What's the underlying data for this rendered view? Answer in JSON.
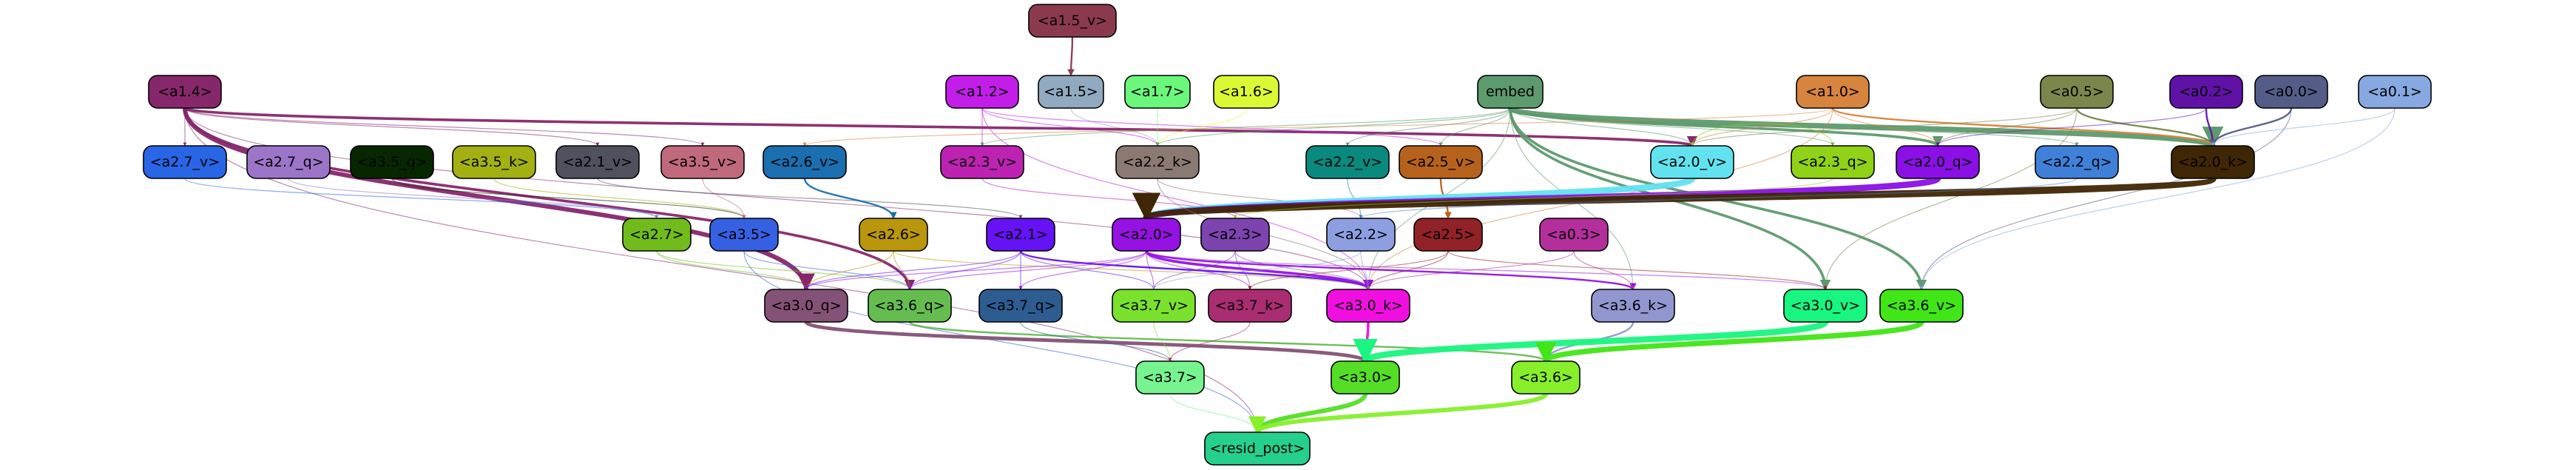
{
  "nodes": [
    {
      "id": "a1_5_v",
      "label": "<a1.5_v>",
      "color": "#8b3a4d",
      "text": "#000000"
    },
    {
      "id": "a1_4",
      "label": "<a1.4>",
      "color": "#86276b",
      "text": "#000000"
    },
    {
      "id": "a1_2",
      "label": "<a1.2>",
      "color": "#c31ee9",
      "text": "#000000"
    },
    {
      "id": "a1_5",
      "label": "<a1.5>",
      "color": "#92aac0",
      "text": "#000000"
    },
    {
      "id": "a1_7",
      "label": "<a1.7>",
      "color": "#6bf77c",
      "text": "#000000"
    },
    {
      "id": "a1_6",
      "label": "<a1.6>",
      "color": "#dbf935",
      "text": "#000000"
    },
    {
      "id": "embed",
      "label": "embed",
      "color": "#5d9a6e",
      "text": "#000000"
    },
    {
      "id": "a1_0",
      "label": "<a1.0>",
      "color": "#d7843e",
      "text": "#000000"
    },
    {
      "id": "a0_5",
      "label": "<a0.5>",
      "color": "#7a864b",
      "text": "#000000"
    },
    {
      "id": "a0_2",
      "label": "<a0.2>",
      "color": "#6112a6",
      "text": "#000000"
    },
    {
      "id": "a0_0",
      "label": "<a0.0>",
      "color": "#545d88",
      "text": "#000000"
    },
    {
      "id": "a0_1",
      "label": "<a0.1>",
      "color": "#87a8e0",
      "text": "#000000"
    },
    {
      "id": "a2_7_v",
      "label": "<a2.7_v>",
      "color": "#2966e6",
      "text": "#000000"
    },
    {
      "id": "a2_7_q",
      "label": "<a2.7_q>",
      "color": "#9c75c9",
      "text": "#000000"
    },
    {
      "id": "a3_5_q",
      "label": "<a3.5_q>",
      "color": "#072700",
      "text": "#000000"
    },
    {
      "id": "a3_5_k",
      "label": "<a3.5_k>",
      "color": "#a2b012",
      "text": "#000000"
    },
    {
      "id": "a2_1_v",
      "label": "<a2.1_v>",
      "color": "#50505f",
      "text": "#000000"
    },
    {
      "id": "a3_5_v",
      "label": "<a3.5_v>",
      "color": "#c0697c",
      "text": "#000000"
    },
    {
      "id": "a2_6_v",
      "label": "<a2.6_v>",
      "color": "#1b6fb0",
      "text": "#000000"
    },
    {
      "id": "a2_3_v",
      "label": "<a2.3_v>",
      "color": "#bd22b3",
      "text": "#000000"
    },
    {
      "id": "a2_2_k",
      "label": "<a2.2_k>",
      "color": "#8b7a73",
      "text": "#000000"
    },
    {
      "id": "a2_2_v",
      "label": "<a2.2_v>",
      "color": "#0a8a7e",
      "text": "#000000"
    },
    {
      "id": "a2_5_v",
      "label": "<a2.5_v>",
      "color": "#b7621c",
      "text": "#000000"
    },
    {
      "id": "a2_0_v",
      "label": "<a2.0_v>",
      "color": "#62e2ef",
      "text": "#000000"
    },
    {
      "id": "a2_3_q",
      "label": "<a2.3_q>",
      "color": "#8fd218",
      "text": "#000000"
    },
    {
      "id": "a2_0_q",
      "label": "<a2.0_q>",
      "color": "#8a10e6",
      "text": "#000000"
    },
    {
      "id": "a2_2_q",
      "label": "<a2.2_q>",
      "color": "#3f80d9",
      "text": "#000000"
    },
    {
      "id": "a2_0_k",
      "label": "<a2.0_k>",
      "color": "#3f2604",
      "text": "#000000"
    },
    {
      "id": "a2_7",
      "label": "<a2.7>",
      "color": "#71bc1c",
      "text": "#000000"
    },
    {
      "id": "a3_5",
      "label": "<a3.5>",
      "color": "#3660e2",
      "text": "#000000"
    },
    {
      "id": "a2_6",
      "label": "<a2.6>",
      "color": "#b9960b",
      "text": "#000000"
    },
    {
      "id": "a2_1",
      "label": "<a2.1>",
      "color": "#6512f4",
      "text": "#000000"
    },
    {
      "id": "a2_0",
      "label": "<a2.0>",
      "color": "#9512e3",
      "text": "#000000"
    },
    {
      "id": "a2_3",
      "label": "<a2.3>",
      "color": "#7d43af",
      "text": "#000000"
    },
    {
      "id": "a2_2",
      "label": "<a2.2>",
      "color": "#8d9fe1",
      "text": "#000000"
    },
    {
      "id": "a2_5",
      "label": "<a2.5>",
      "color": "#912227",
      "text": "#000000"
    },
    {
      "id": "a0_3",
      "label": "<a0.3>",
      "color": "#b42f9c",
      "text": "#000000"
    },
    {
      "id": "a3_0_q",
      "label": "<a3.0_q>",
      "color": "#845276",
      "text": "#000000"
    },
    {
      "id": "a3_6_q",
      "label": "<a3.6_q>",
      "color": "#65bd50",
      "text": "#000000"
    },
    {
      "id": "a3_7_q",
      "label": "<a3.7_q>",
      "color": "#2d5c91",
      "text": "#000000"
    },
    {
      "id": "a3_7_v",
      "label": "<a3.7_v>",
      "color": "#7ae12c",
      "text": "#000000"
    },
    {
      "id": "a3_7_k",
      "label": "<a3.7_k>",
      "color": "#aa2c72",
      "text": "#000000"
    },
    {
      "id": "a3_0_k",
      "label": "<a3.0_k>",
      "color": "#f00fe0",
      "text": "#000000"
    },
    {
      "id": "a3_6_k",
      "label": "<a3.6_k>",
      "color": "#9296cf",
      "text": "#000000"
    },
    {
      "id": "a3_0_v",
      "label": "<a3.0_v>",
      "color": "#18f580",
      "text": "#000000"
    },
    {
      "id": "a3_6_v",
      "label": "<a3.6_v>",
      "color": "#40e615",
      "text": "#000000"
    },
    {
      "id": "a3_7",
      "label": "<a3.7>",
      "color": "#77f38f",
      "text": "#000000"
    },
    {
      "id": "a3_0",
      "label": "<a3.0>",
      "color": "#55de26",
      "text": "#000000"
    },
    {
      "id": "a3_6",
      "label": "<a3.6>",
      "color": "#87ef2b",
      "text": "#000000"
    },
    {
      "id": "resid_post",
      "label": "<resid_post>",
      "color": "#25d08c",
      "text": "#000000"
    }
  ],
  "edges": [
    {
      "from": "a1_5_v",
      "to": "a1_5",
      "color": "#8b3a4d",
      "weight": 2
    },
    {
      "from": "a1_5",
      "to": "a2_2_k",
      "color": "#92aac0",
      "weight": 1
    },
    {
      "from": "a1_4",
      "to": "a3_0_q",
      "color": "#86276b",
      "weight": 5
    },
    {
      "from": "a1_4",
      "to": "a3_6_q",
      "color": "#86276b",
      "weight": 3
    },
    {
      "from": "a1_4",
      "to": "a2_0_v",
      "color": "#86276b",
      "weight": 3
    },
    {
      "from": "a1_4",
      "to": "a2_7_v",
      "color": "#86276b",
      "weight": 1
    },
    {
      "from": "a1_4",
      "to": "a3_5_v",
      "color": "#86276b",
      "weight": 1
    },
    {
      "from": "a1_4",
      "to": "a2_1_v",
      "color": "#86276b",
      "weight": 1
    },
    {
      "from": "a1_4",
      "to": "resid_post",
      "color": "#86276b",
      "weight": 1
    },
    {
      "from": "a1_4",
      "to": "a3_0_k",
      "color": "#86276b",
      "weight": 1
    },
    {
      "from": "a1_2",
      "to": "a2_3_v",
      "color": "#c31ee9",
      "weight": 1
    },
    {
      "from": "a1_2",
      "to": "a2_2_k",
      "color": "#c31ee9",
      "weight": 1
    },
    {
      "from": "a1_2",
      "to": "a2_5_v",
      "color": "#c31ee9",
      "weight": 1
    },
    {
      "from": "a1_2",
      "to": "a3_0_k",
      "color": "#c31ee9",
      "weight": 1
    },
    {
      "from": "a1_7",
      "to": "a2_2_k",
      "color": "#6bf77c",
      "weight": 1
    },
    {
      "from": "a1_6",
      "to": "a2_2_k",
      "color": "#dbf935",
      "weight": 1
    },
    {
      "from": "embed",
      "to": "a2_0_k",
      "color": "#5d9a6e",
      "weight": 6
    },
    {
      "from": "embed",
      "to": "a2_0_q",
      "color": "#5d9a6e",
      "weight": 3
    },
    {
      "from": "embed",
      "to": "a3_6_v",
      "color": "#5d9a6e",
      "weight": 3
    },
    {
      "from": "embed",
      "to": "a3_0_v",
      "color": "#5d9a6e",
      "weight": 3
    },
    {
      "from": "embed",
      "to": "a2_2_v",
      "color": "#5d9a6e",
      "weight": 1
    },
    {
      "from": "embed",
      "to": "a2_5_v",
      "color": "#5d9a6e",
      "weight": 1
    },
    {
      "from": "embed",
      "to": "a2_0_v",
      "color": "#5d9a6e",
      "weight": 1
    },
    {
      "from": "embed",
      "to": "a2_3_q",
      "color": "#5d9a6e",
      "weight": 1
    },
    {
      "from": "embed",
      "to": "a2_2_q",
      "color": "#5d9a6e",
      "weight": 1
    },
    {
      "from": "embed",
      "to": "a2_2_k",
      "color": "#5d9a6e",
      "weight": 1
    },
    {
      "from": "embed",
      "to": "a2_3_v",
      "color": "#5d9a6e",
      "weight": 1
    },
    {
      "from": "embed",
      "to": "a3_6_k",
      "color": "#5d9a6e",
      "weight": 1
    },
    {
      "from": "embed",
      "to": "a3_0_k",
      "color": "#5d9a6e",
      "weight": 1
    },
    {
      "from": "a1_0",
      "to": "a2_0_k",
      "color": "#d7843e",
      "weight": 2
    },
    {
      "from": "a1_0",
      "to": "a2_0_v",
      "color": "#d7843e",
      "weight": 1
    },
    {
      "from": "a1_0",
      "to": "a2_0_q",
      "color": "#d7843e",
      "weight": 1
    },
    {
      "from": "a1_0",
      "to": "a2_6_v",
      "color": "#d7843e",
      "weight": 1
    },
    {
      "from": "a1_0",
      "to": "a3_0_k",
      "color": "#d7843e",
      "weight": 1
    },
    {
      "from": "a0_5",
      "to": "a2_0_k",
      "color": "#7a864b",
      "weight": 2
    },
    {
      "from": "a0_5",
      "to": "a2_0_q",
      "color": "#7a864b",
      "weight": 1
    },
    {
      "from": "a0_5",
      "to": "a2_0_v",
      "color": "#7a864b",
      "weight": 1
    },
    {
      "from": "a0_5",
      "to": "a3_0_v",
      "color": "#7a864b",
      "weight": 1
    },
    {
      "from": "a0_2",
      "to": "a2_0_k",
      "color": "#6112a6",
      "weight": 2
    },
    {
      "from": "a0_2",
      "to": "a2_0_q",
      "color": "#6112a6",
      "weight": 1
    },
    {
      "from": "a0_0",
      "to": "a2_0_k",
      "color": "#545d88",
      "weight": 2
    },
    {
      "from": "a0_0",
      "to": "a3_6_v",
      "color": "#545d88",
      "weight": 1
    },
    {
      "from": "a0_1",
      "to": "a2_0_k",
      "color": "#87a8e0",
      "weight": 1
    },
    {
      "from": "a0_1",
      "to": "a3_6_v",
      "color": "#87a8e0",
      "weight": 1
    },
    {
      "from": "a2_7_v",
      "to": "a2_7",
      "color": "#2966e6",
      "weight": 1
    },
    {
      "from": "a2_7_q",
      "to": "a2_7",
      "color": "#9c75c9",
      "weight": 1
    },
    {
      "from": "a3_5_q",
      "to": "a3_5",
      "color": "#072700",
      "weight": 1
    },
    {
      "from": "a3_5_k",
      "to": "a3_5",
      "color": "#a2b012",
      "weight": 1
    },
    {
      "from": "a3_5_v",
      "to": "a3_5",
      "color": "#c0697c",
      "weight": 1
    },
    {
      "from": "a2_1_v",
      "to": "a2_1",
      "color": "#50505f",
      "weight": 1
    },
    {
      "from": "a2_6_v",
      "to": "a2_6",
      "color": "#1b6fb0",
      "weight": 2
    },
    {
      "from": "a2_3_v",
      "to": "a2_3",
      "color": "#bd22b3",
      "weight": 1
    },
    {
      "from": "a2_2_k",
      "to": "a2_2",
      "color": "#8b7a73",
      "weight": 1
    },
    {
      "from": "a2_2_v",
      "to": "a2_2",
      "color": "#0a8a7e",
      "weight": 1
    },
    {
      "from": "a2_5_v",
      "to": "a2_5",
      "color": "#b7621c",
      "weight": 2
    },
    {
      "from": "a2_0_v",
      "to": "a2_0",
      "color": "#62e2ef",
      "weight": 7
    },
    {
      "from": "a2_0_q",
      "to": "a2_0",
      "color": "#8a10e6",
      "weight": 7
    },
    {
      "from": "a2_0_k",
      "to": "a2_0",
      "color": "#3f2604",
      "weight": 8
    },
    {
      "from": "a2_3_q",
      "to": "a2_3",
      "color": "#8fd218",
      "weight": 1
    },
    {
      "from": "a2_2_q",
      "to": "a2_2",
      "color": "#3f80d9",
      "weight": 1
    },
    {
      "from": "a2_7",
      "to": "a3_6_q",
      "color": "#71bc1c",
      "weight": 1
    },
    {
      "from": "a2_7",
      "to": "a3_0_q",
      "color": "#71bc1c",
      "weight": 1
    },
    {
      "from": "a3_5",
      "to": "resid_post",
      "color": "#3660e2",
      "weight": 1
    },
    {
      "from": "a3_5",
      "to": "a3_6_q",
      "color": "#3660e2",
      "weight": 1
    },
    {
      "from": "a2_6",
      "to": "a3_0_q",
      "color": "#b9960b",
      "weight": 1
    },
    {
      "from": "a2_6",
      "to": "a3_6_q",
      "color": "#b9960b",
      "weight": 1
    },
    {
      "from": "a2_6",
      "to": "a3_0_k",
      "color": "#b9960b",
      "weight": 1
    },
    {
      "from": "a2_1",
      "to": "a3_0_k",
      "color": "#6512f4",
      "weight": 2
    },
    {
      "from": "a2_1",
      "to": "a3_7_q",
      "color": "#6512f4",
      "weight": 1
    },
    {
      "from": "a2_1",
      "to": "a3_7_v",
      "color": "#6512f4",
      "weight": 1
    },
    {
      "from": "a2_1",
      "to": "a3_6_q",
      "color": "#6512f4",
      "weight": 1
    },
    {
      "from": "a2_1",
      "to": "a3_0_q",
      "color": "#6512f4",
      "weight": 1
    },
    {
      "from": "a2_0",
      "to": "a3_0_k",
      "color": "#9512e3",
      "weight": 3
    },
    {
      "from": "a2_0",
      "to": "a3_6_k",
      "color": "#9512e3",
      "weight": 2
    },
    {
      "from": "a2_0",
      "to": "a3_7_q",
      "color": "#9512e3",
      "weight": 1
    },
    {
      "from": "a2_0",
      "to": "a3_7_v",
      "color": "#9512e3",
      "weight": 1
    },
    {
      "from": "a2_0",
      "to": "a3_7_k",
      "color": "#9512e3",
      "weight": 1
    },
    {
      "from": "a2_0",
      "to": "a3_0_q",
      "color": "#9512e3",
      "weight": 1
    },
    {
      "from": "a2_0",
      "to": "a3_6_q",
      "color": "#9512e3",
      "weight": 1
    },
    {
      "from": "a2_0",
      "to": "a3_0_v",
      "color": "#9512e3",
      "weight": 1
    },
    {
      "from": "a2_3",
      "to": "a3_0_k",
      "color": "#7d43af",
      "weight": 1
    },
    {
      "from": "a2_3",
      "to": "a3_7_k",
      "color": "#7d43af",
      "weight": 1
    },
    {
      "from": "a2_3",
      "to": "a3_7_v",
      "color": "#7d43af",
      "weight": 1
    },
    {
      "from": "a2_2",
      "to": "a3_0_k",
      "color": "#8d9fe1",
      "weight": 1
    },
    {
      "from": "a2_2",
      "to": "a3_7_v",
      "color": "#8d9fe1",
      "weight": 1
    },
    {
      "from": "a2_5",
      "to": "a3_0_k",
      "color": "#912227",
      "weight": 1
    },
    {
      "from": "a2_5",
      "to": "a3_0_v",
      "color": "#912227",
      "weight": 1
    },
    {
      "from": "a2_5",
      "to": "a3_7_k",
      "color": "#912227",
      "weight": 1
    },
    {
      "from": "a0_3",
      "to": "a3_0_k",
      "color": "#b42f9c",
      "weight": 1
    },
    {
      "from": "a0_3",
      "to": "a3_6_k",
      "color": "#b42f9c",
      "weight": 1
    },
    {
      "from": "a3_0_q",
      "to": "a3_0",
      "color": "#845276",
      "weight": 4
    },
    {
      "from": "a3_6_q",
      "to": "a3_6",
      "color": "#65bd50",
      "weight": 2
    },
    {
      "from": "a3_7_q",
      "to": "a3_7",
      "color": "#2d5c91",
      "weight": 1
    },
    {
      "from": "a3_7_v",
      "to": "a3_7",
      "color": "#7ae12c",
      "weight": 1
    },
    {
      "from": "a3_7_k",
      "to": "a3_7",
      "color": "#aa2c72",
      "weight": 1
    },
    {
      "from": "a3_0_k",
      "to": "a3_0",
      "color": "#f00fe0",
      "weight": 3
    },
    {
      "from": "a3_6_k",
      "to": "a3_6",
      "color": "#9296cf",
      "weight": 2
    },
    {
      "from": "a3_0_v",
      "to": "a3_0",
      "color": "#18f580",
      "weight": 7
    },
    {
      "from": "a3_6_v",
      "to": "a3_6",
      "color": "#40e615",
      "weight": 6
    },
    {
      "from": "a3_7",
      "to": "resid_post",
      "color": "#77f38f",
      "weight": 1
    },
    {
      "from": "a3_0",
      "to": "resid_post",
      "color": "#55de26",
      "weight": 5
    },
    {
      "from": "a3_6",
      "to": "resid_post",
      "color": "#87ef2b",
      "weight": 5
    },
    {
      "from": "a2_3_q",
      "to": "a2_0_v",
      "color": "#8fd218",
      "weight": 1
    },
    {
      "from": "a2_2_k",
      "to": "a3_0_k",
      "color": "#8b7a73",
      "weight": 1
    }
  ]
}
